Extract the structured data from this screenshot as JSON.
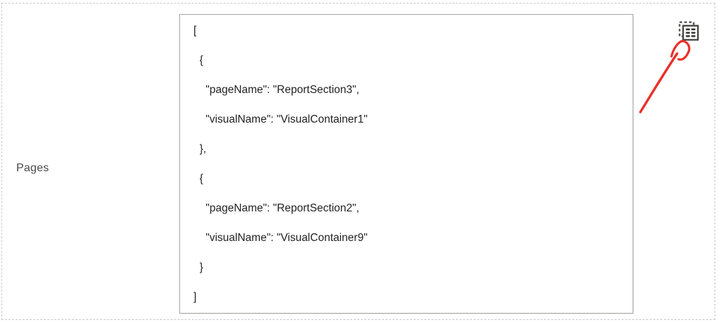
{
  "field": {
    "label": "Pages",
    "json_value": "[\n  {\n    \"pageName\": \"ReportSection3\",\n    \"visualName\": \"VisualContainer1\"\n  },\n  {\n    \"pageName\": \"ReportSection2\",\n    \"visualName\": \"VisualContainer9\"\n  }\n]",
    "entries": [
      {
        "pageName": "ReportSection3",
        "visualName": "VisualContainer1"
      },
      {
        "pageName": "ReportSection2",
        "visualName": "VisualContainer9"
      }
    ]
  },
  "icons": {
    "copy_table": "copy-table-icon",
    "annotation": "red-arrow-annotation"
  },
  "colors": {
    "annotation_arrow": "#e8312a",
    "icon_stroke": "#3b3a38",
    "dashed_border": "#c9c9c9",
    "textarea_border": "#a6a4a2",
    "json_text": "#232222",
    "label_text": "#494949"
  }
}
